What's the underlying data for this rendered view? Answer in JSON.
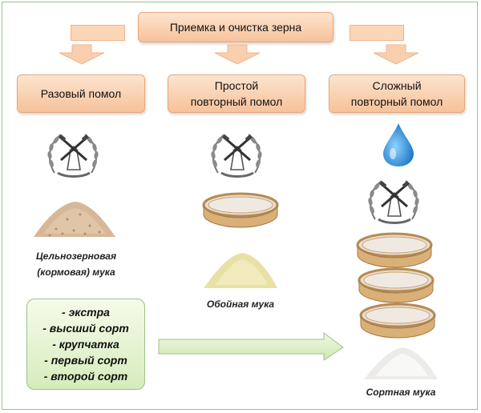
{
  "top": {
    "title": "Приемка и очистка зерна"
  },
  "columns": [
    {
      "header": "Разовый помол",
      "caption": "Цельнозерновая\n(кормовая)  мука"
    },
    {
      "header": "Простой\nповторный помол",
      "caption": "Обойная мука"
    },
    {
      "header": "Сложный\nповторный помол",
      "caption": "Сортная мука"
    }
  ],
  "grades": [
    "- экстра",
    "- высший сорт",
    "- крупчатка",
    "- первый сорт",
    "- второй сорт"
  ],
  "colors": {
    "box_fill": "#f6c29a",
    "arrow_fill": "#f9cfae",
    "green_fill": "#d6ecbc",
    "green_border": "#9cc08a",
    "water_drop": "#1f8fd8",
    "sieve_wood": "#d8b078"
  },
  "icons": [
    "mill-emblem-icon",
    "bran-pile-icon",
    "sieve-icon",
    "flour-pile-icon",
    "water-drop-icon",
    "right-arrow-icon"
  ]
}
